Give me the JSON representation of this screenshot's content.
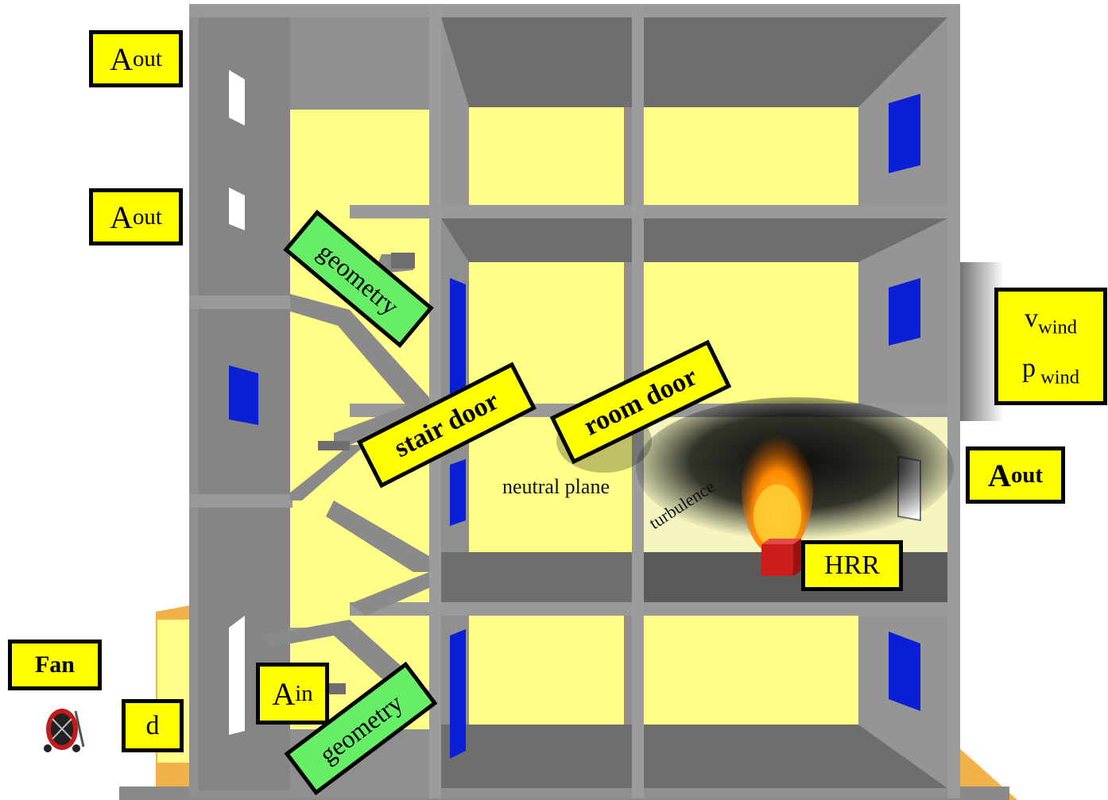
{
  "labels": {
    "a_out_top_1": {
      "main": "A",
      "sub": "out"
    },
    "a_out_top_2": {
      "main": "A",
      "sub": "out"
    },
    "a_out_right": {
      "main": "A",
      "sub": "out"
    },
    "a_in": {
      "main": "A",
      "sub": "in"
    },
    "v_wind": {
      "main": "v",
      "sub": "wind"
    },
    "p_wind": {
      "main": "p",
      "sub": " wind"
    },
    "fan": "Fan",
    "d": "d",
    "hrr": "HRR",
    "geometry_top": "geometry",
    "geometry_bottom": "geometry",
    "stair_door": "stair door",
    "room_door": "room door",
    "neutral_plane": "neutral plane",
    "turbulence": "turbulence"
  },
  "colors": {
    "wall_grey": "#8f8f8f",
    "dark_grey": "#6e6e6e",
    "room_yellow": "#ffff88",
    "window_blue": "#0a1fd6",
    "label_yellow": "#ffff00",
    "tag_green": "#66ee66",
    "fire_orange": "#ff8c00",
    "box_red": "#cc1d1d",
    "ground_orange": "#f2b24a"
  },
  "icons": [
    "fan-icon",
    "fire-icon",
    "smoke-cloud"
  ]
}
